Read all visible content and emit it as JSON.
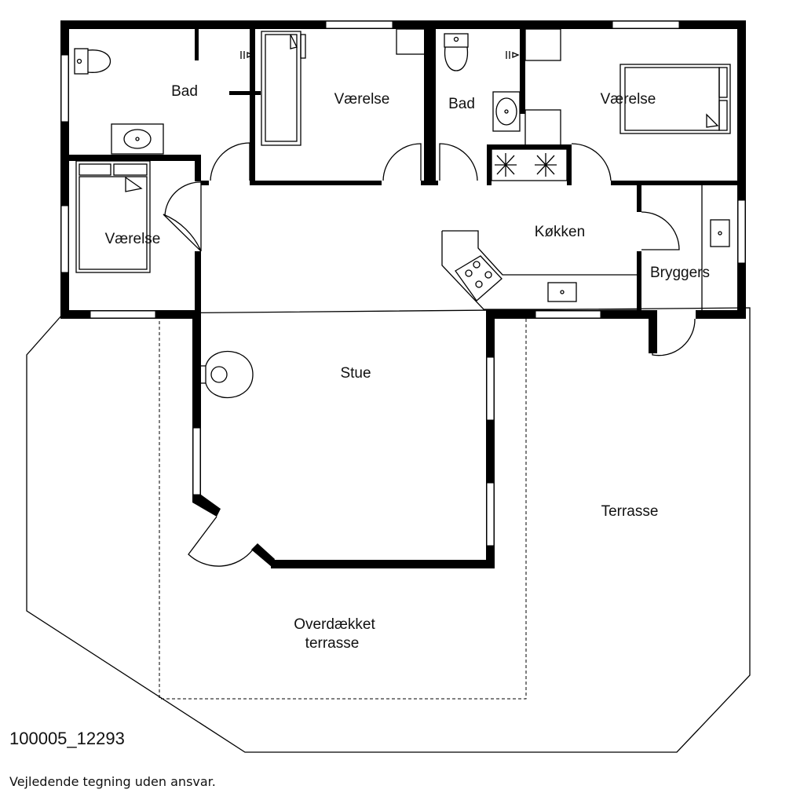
{
  "rooms": {
    "bad1": "Bad",
    "vaerelse1": "Værelse",
    "bad2": "Bad",
    "vaerelse2": "Værelse",
    "vaerelse3": "Værelse",
    "koekken": "Køkken",
    "bryggers": "Bryggers",
    "stue": "Stue",
    "terrasse": "Terrasse",
    "overdaekket_line1": "Overdækket",
    "overdaekket_line2": "terrasse"
  },
  "footer": {
    "plan_id": "100005_12293",
    "disclaimer": "Vejledende tegning uden ansvar."
  }
}
